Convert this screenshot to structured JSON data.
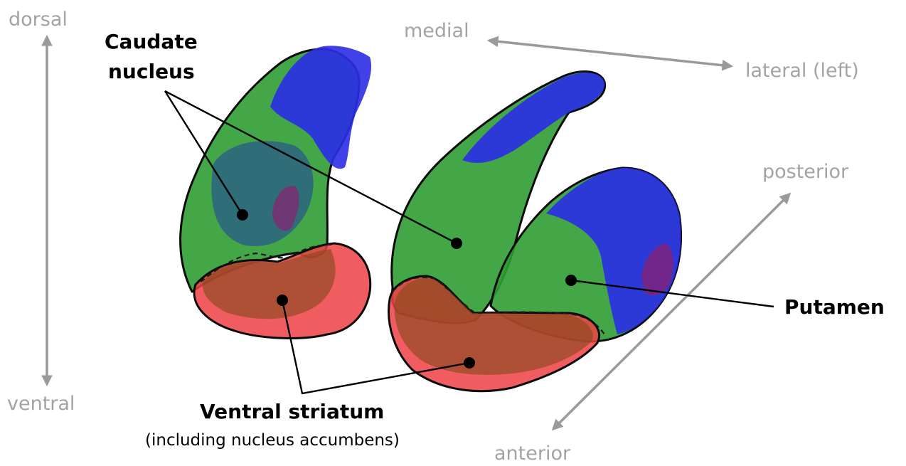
{
  "orientation": {
    "dorsal": "dorsal",
    "ventral": "ventral",
    "medial": "medial",
    "lateral": "lateral (left)",
    "posterior": "posterior",
    "anterior": "anterior"
  },
  "labels": {
    "caudate_line1": "Caudate",
    "caudate_line2": "nucleus",
    "putamen": "Putamen",
    "ventral_striatum": "Ventral striatum",
    "ventral_striatum_sub": "(including nucleus accumbens)"
  },
  "colors": {
    "region_blue": "#2b2ee6",
    "region_green": "#2f9d33",
    "region_red": "#ef3f45",
    "region_brown": "#8a4a1e",
    "axis_gray": "#9a9a9a"
  }
}
